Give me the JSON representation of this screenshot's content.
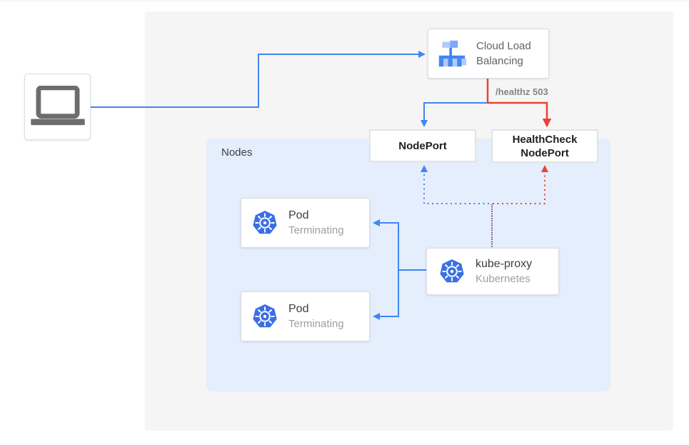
{
  "colors": {
    "blue": "#4285f4",
    "red": "#ea4335",
    "panel_background": "#f5f5f5",
    "nodes_background": "#e4eefc",
    "kubernetes_blue": "#3b6fe4"
  },
  "client": {
    "icon": "laptop-icon"
  },
  "load_balancer": {
    "label": "Cloud Load Balancing",
    "icon": "load-balancer-icon"
  },
  "health_check_path_label": "/healthz 503",
  "node_port": {
    "label": "NodePort"
  },
  "health_check_node_port": {
    "line1": "HealthCheck",
    "line2": "NodePort"
  },
  "nodes_group": {
    "label": "Nodes"
  },
  "pods": [
    {
      "title": "Pod",
      "subtitle": "Terminating",
      "icon": "kubernetes-icon"
    },
    {
      "title": "Pod",
      "subtitle": "Terminating",
      "icon": "kubernetes-icon"
    }
  ],
  "kube_proxy": {
    "title": "kube-proxy",
    "subtitle": "Kubernetes",
    "icon": "kubernetes-icon"
  }
}
